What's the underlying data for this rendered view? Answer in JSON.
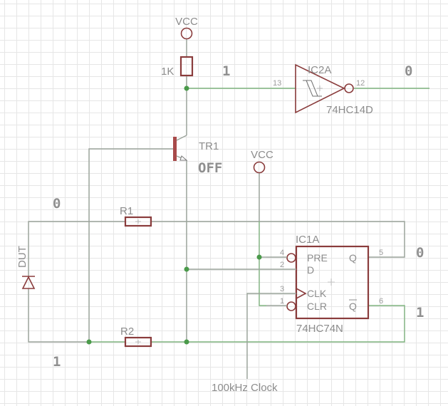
{
  "schematic": {
    "supplies": [
      {
        "label": "VCC"
      },
      {
        "label": "VCC"
      }
    ],
    "resistors": {
      "pullup": {
        "value": "1K"
      },
      "r1": {
        "name": "R1"
      },
      "r2": {
        "name": "R2"
      }
    },
    "transistor": {
      "name": "TR1",
      "state": "OFF"
    },
    "inverter": {
      "name": "IC2A",
      "part": "74HC14D",
      "pin_in": "13",
      "pin_out": "12"
    },
    "flipflop": {
      "name": "IC1A",
      "part": "74HC74N",
      "pins": {
        "pre": "4",
        "d": "2",
        "clk": "3",
        "clr": "1",
        "q": "5",
        "qbar": "6"
      },
      "labels": {
        "pre": "PRE",
        "d": "D",
        "clk": "CLK",
        "clr": "CLR",
        "q": "Q",
        "qbar": "Q"
      }
    },
    "diode": {
      "name": "DUT"
    },
    "clock": {
      "label": "100kHz Clock"
    },
    "logic_states": {
      "collector_node": "1",
      "inverter_out": "0",
      "r1_line": "0",
      "r2_line": "1",
      "q_out": "0",
      "qbar_out": "1"
    }
  }
}
